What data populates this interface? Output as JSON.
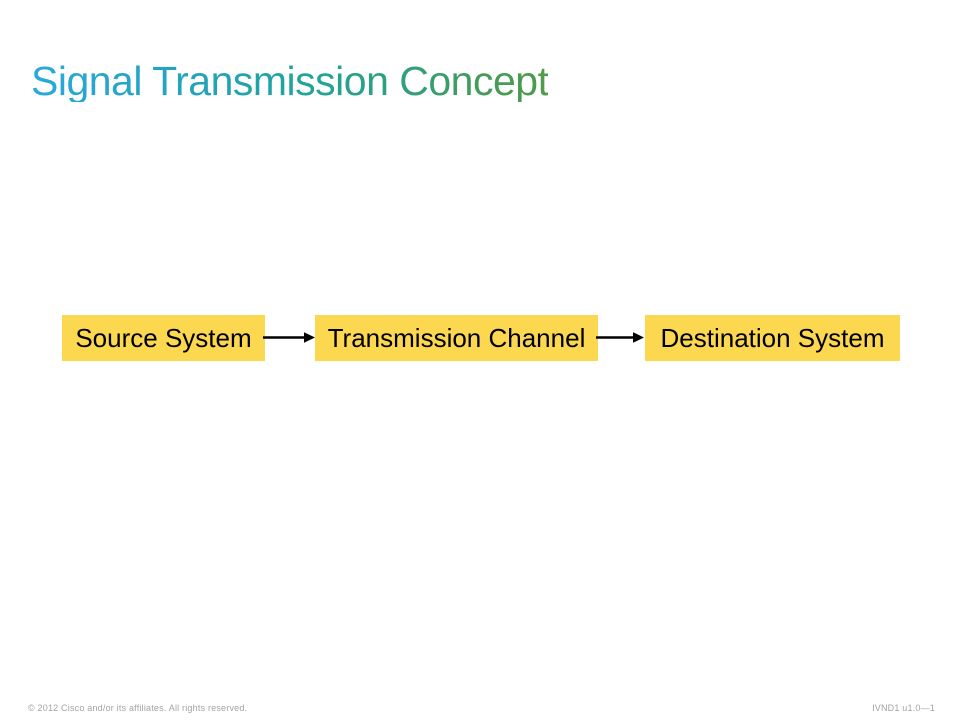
{
  "slide": {
    "title": "Signal Transmission Concept",
    "diagram": {
      "type": "flow",
      "nodes": [
        {
          "label": "Source System"
        },
        {
          "label": "Transmission Channel"
        },
        {
          "label": "Destination System"
        }
      ],
      "connectors": [
        {
          "from": "Source System",
          "to": "Transmission Channel",
          "style": "arrow-right"
        },
        {
          "from": "Transmission Channel",
          "to": "Destination System",
          "style": "arrow-right"
        }
      ]
    },
    "footer": {
      "copyright": "© 2012 Cisco and/or its affiliates. All rights reserved.",
      "course_code": "IVND1 u1.0—1"
    },
    "colors": {
      "title_gradient_start": "#2CA8DC",
      "title_gradient_mid": "#21A49C",
      "title_gradient_end": "#529A4D",
      "node_fill": "#FBD850",
      "node_text": "#000000",
      "arrow": "#000000",
      "footer_text": "#A3A3A7",
      "background": "#FFFFFF"
    }
  }
}
